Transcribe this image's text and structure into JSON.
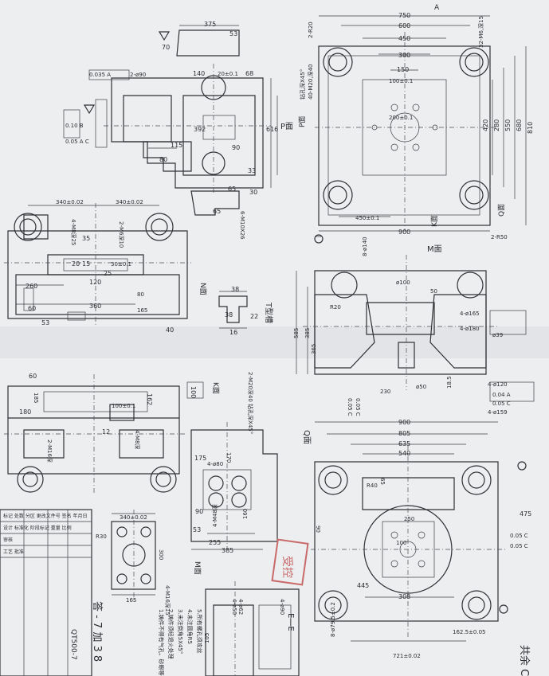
{
  "top_left_view": {
    "dims": [
      "375",
      "53",
      "70",
      "140",
      "20±0.1",
      "68",
      "65",
      "30",
      "33",
      "115",
      "80",
      "392",
      "616",
      "90",
      "65"
    ],
    "face_label": "P面",
    "thread_note": "6-M10X26",
    "gdt": [
      "0.035 A",
      "2-ø90",
      "0.10 B",
      "0.05 A C"
    ]
  },
  "top_right_view": {
    "dims": [
      "750",
      "600",
      "450",
      "300",
      "150",
      "100±0.1",
      "200±0.1",
      "420",
      "280",
      "550",
      "680",
      "810",
      "900",
      "450±0.1"
    ],
    "notes": [
      "2-R20",
      "40-M20,深40",
      "钻孔深X45°",
      "32-M6,深15",
      "2-R50"
    ],
    "face_labels": [
      "P面",
      "K面",
      "Q面"
    ],
    "arrow_letter": "A"
  },
  "mid_left_view": {
    "dims": [
      "340±0.02",
      "340±0.02",
      "4-M8深25",
      "2-M6深10",
      "35",
      "15",
      "20",
      "30±0.1",
      "25",
      "120",
      "260",
      "360",
      "60",
      "80",
      "165",
      "53",
      "40"
    ],
    "face_label": "N面"
  },
  "t_slot": {
    "title": "T型槽",
    "dims": [
      "38",
      "22",
      "38",
      "16"
    ]
  },
  "m_view": {
    "title": "M面",
    "dims": [
      "8-ø140",
      "ø100",
      "50",
      "R20",
      "585",
      "385",
      "365",
      "230",
      "ø50",
      "18.5",
      "4-ø165",
      "4-ø180",
      "ø39",
      "4-ø120",
      "4-ø159"
    ],
    "gdt": [
      "0.04 A",
      "0.05 C",
      "0.05 C",
      "0.05 C"
    ]
  },
  "lower_left_view": {
    "dims": [
      "60",
      "185",
      "180",
      "162",
      "100",
      "100±0.1",
      "12",
      "2-M16深",
      "4-M8深"
    ],
    "face_label": "K面",
    "note": "2-M20深40 钻孔深X45°"
  },
  "lower_mid_view": {
    "dims": [
      "175",
      "170",
      "90",
      "53",
      "255",
      "385",
      "160",
      "4-ø80"
    ],
    "face_label": "M面",
    "thread_note": "4-M48深"
  },
  "q_view": {
    "title": "Q面",
    "dims": [
      "900",
      "805",
      "635",
      "540",
      "R40",
      "65",
      "250",
      "100",
      "90",
      "445",
      "475",
      "308",
      "721±0.02",
      "162.5±0.05",
      "8-ø79.5±0.2"
    ],
    "gdt": [
      "0.05 C",
      "0.05 C"
    ]
  },
  "section_view": {
    "title": "E—E",
    "dims": [
      "4-ø62",
      "4-ø50",
      "4-ø90",
      "105"
    ]
  },
  "bottom_view": {
    "dims": [
      "340±0.02",
      "R30",
      "300",
      "165",
      "4-M16深15"
    ]
  },
  "title_block": {
    "rows": [
      "标记 处数 分区 更改文件号 签名 年月日",
      "设计 标准化 阶段标记 重量 比例",
      "审核",
      "工艺 批准"
    ],
    "drawing_no": "QT500-7"
  },
  "tech_notes": [
    "1.铸件不得有气孔、砂眼等缺陷",
    "2.铸件须经退火处理",
    "3.未注倒角5X45°",
    "4.未注圆角R5",
    "5.所有螺孔须攻丝"
  ],
  "handwriting": "答 - 7 加 3 8",
  "stamp_text": "受控",
  "right_edge_text": "共余 C"
}
